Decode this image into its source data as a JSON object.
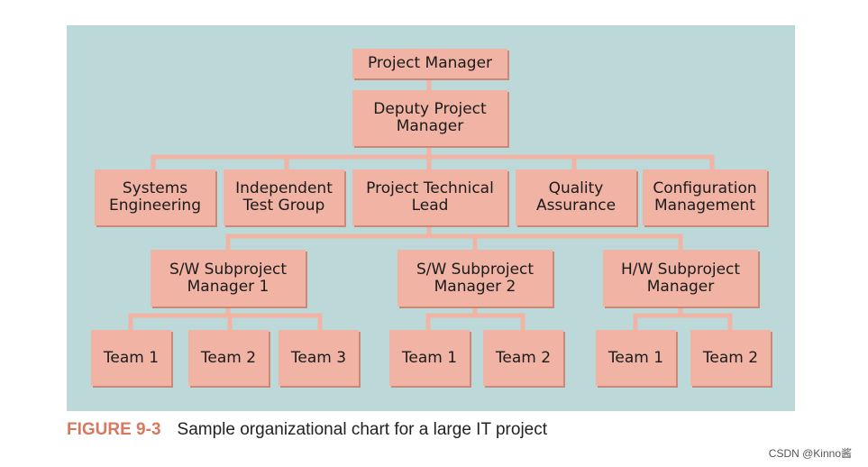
{
  "colors": {
    "panel": "#bdd8d9",
    "box": "#f0b3a4",
    "connector": "#f0b3a4",
    "caption_label": "#d7795f"
  },
  "org_chart": {
    "nodes": {
      "project_manager": "Project Manager",
      "deputy_project_manager": "Deputy Project\nManager",
      "systems_engineering": "Systems\nEngineering",
      "independent_test_group": "Independent\nTest Group",
      "project_technical_lead": "Project Technical\nLead",
      "quality_assurance": "Quality\nAssurance",
      "configuration_management": "Configuration\nManagement",
      "sw_subproject_manager_1": "S/W Subproject\nManager 1",
      "sw_subproject_manager_2": "S/W Subproject\nManager 2",
      "hw_subproject_manager": "H/W Subproject\nManager",
      "sw1_team_1": "Team 1",
      "sw1_team_2": "Team 2",
      "sw1_team_3": "Team 3",
      "sw2_team_1": "Team 1",
      "sw2_team_2": "Team 2",
      "hw_team_1": "Team 1",
      "hw_team_2": "Team 2"
    },
    "edges": [
      [
        "project_manager",
        "deputy_project_manager"
      ],
      [
        "deputy_project_manager",
        "systems_engineering"
      ],
      [
        "deputy_project_manager",
        "independent_test_group"
      ],
      [
        "deputy_project_manager",
        "project_technical_lead"
      ],
      [
        "deputy_project_manager",
        "quality_assurance"
      ],
      [
        "deputy_project_manager",
        "configuration_management"
      ],
      [
        "project_technical_lead",
        "sw_subproject_manager_1"
      ],
      [
        "project_technical_lead",
        "sw_subproject_manager_2"
      ],
      [
        "project_technical_lead",
        "hw_subproject_manager"
      ],
      [
        "sw_subproject_manager_1",
        "sw1_team_1"
      ],
      [
        "sw_subproject_manager_1",
        "sw1_team_2"
      ],
      [
        "sw_subproject_manager_1",
        "sw1_team_3"
      ],
      [
        "sw_subproject_manager_2",
        "sw2_team_1"
      ],
      [
        "sw_subproject_manager_2",
        "sw2_team_2"
      ],
      [
        "hw_subproject_manager",
        "hw_team_1"
      ],
      [
        "hw_subproject_manager",
        "hw_team_2"
      ]
    ]
  },
  "caption": {
    "label": "FIGURE 9-3",
    "text": "Sample organizational chart for a large IT project"
  },
  "watermark": "CSDN @Kinno酱"
}
